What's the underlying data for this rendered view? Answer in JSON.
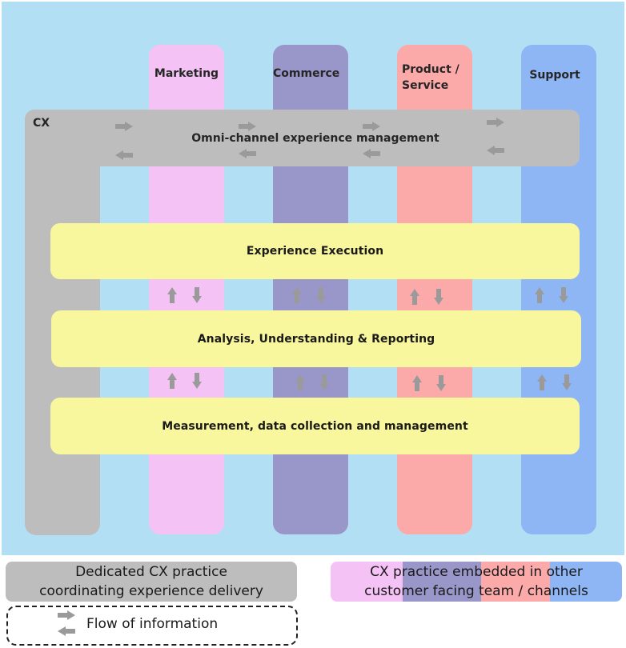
{
  "columns": [
    {
      "label": "Marketing",
      "color": "#f4c2f4"
    },
    {
      "label": "Commerce",
      "color": "#9997c9"
    },
    {
      "label": "Product / Service",
      "color": "#fba9a9"
    },
    {
      "label": "Support",
      "color": "#8eb6f4"
    }
  ],
  "cx": {
    "label": "CX",
    "color": "#bdbdbd",
    "omni_label": "Omni-channel experience management"
  },
  "bands": {
    "execution": "Experience Execution",
    "analysis": "Analysis, Understanding & Reporting",
    "measurement": "Measurement, data collection and management"
  },
  "legend": {
    "dedicated": "Dedicated CX practice coordinating experience delivery",
    "embedded": "CX practice embedded in other customer facing team / channels",
    "flow": "Flow of information"
  },
  "colors": {
    "background": "#b3dff4",
    "band": "#f9f79d",
    "arrow": "#9a9a9a"
  }
}
